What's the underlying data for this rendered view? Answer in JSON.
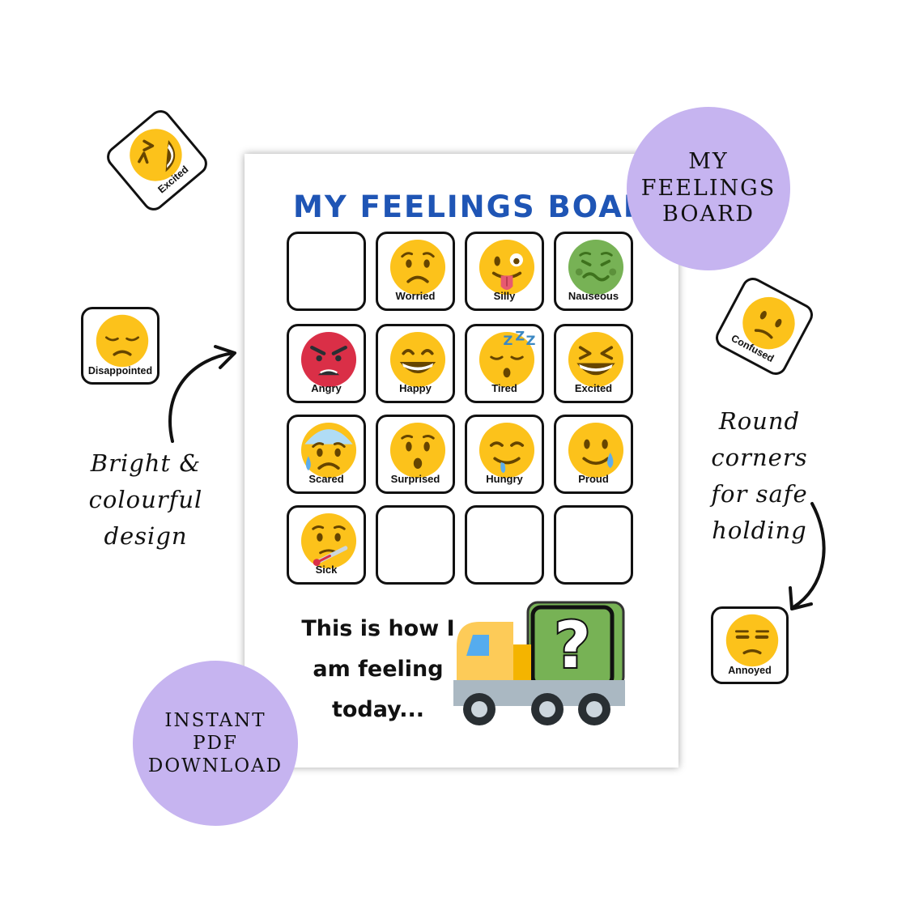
{
  "board": {
    "title": "MY FEELINGS BOARD",
    "grid": [
      {
        "label": "",
        "icon": "blank"
      },
      {
        "label": "Worried",
        "icon": "worried-face-icon"
      },
      {
        "label": "Silly",
        "icon": "tongue-out-face-icon"
      },
      {
        "label": "Nauseous",
        "icon": "nauseated-face-icon"
      },
      {
        "label": "Angry",
        "icon": "angry-face-icon"
      },
      {
        "label": "Happy",
        "icon": "grinning-face-icon"
      },
      {
        "label": "Tired",
        "icon": "sleeping-face-icon"
      },
      {
        "label": "Excited",
        "icon": "laughing-face-icon"
      },
      {
        "label": "Scared",
        "icon": "anxious-sweat-face-icon"
      },
      {
        "label": "Surprised",
        "icon": "hushed-face-icon"
      },
      {
        "label": "Hungry",
        "icon": "drooling-face-icon"
      },
      {
        "label": "Proud",
        "icon": "tearful-smile-face-icon"
      },
      {
        "label": "Sick",
        "icon": "thermometer-face-icon"
      },
      {
        "label": "",
        "icon": "blank"
      },
      {
        "label": "",
        "icon": "blank"
      },
      {
        "label": "",
        "icon": "blank"
      }
    ],
    "feeling_text": {
      "line1": "This is how I",
      "line2": "am feeling",
      "line3": "today..."
    },
    "truck_icon": "truck-with-question-mark-icon"
  },
  "badges": {
    "top_right": {
      "line1": "MY",
      "line2": "FEELINGS",
      "line3": "BOARD"
    },
    "bottom_left": {
      "line1": "INSTANT",
      "line2": "PDF",
      "line3": "DOWNLOAD"
    }
  },
  "annotations": {
    "left": {
      "line1": "Bright &",
      "line2": "colourful",
      "line3": "design"
    },
    "right": {
      "line1": "Round",
      "line2": "corners",
      "line3": "for safe",
      "line4": "holding"
    }
  },
  "loose_cards": {
    "excited": {
      "label": "Excited",
      "icon": "rolling-laughing-face-icon"
    },
    "disappointed": {
      "label": "Disappointed",
      "icon": "disappointed-face-icon"
    },
    "confused": {
      "label": "Confused",
      "icon": "confused-face-icon"
    },
    "annoyed": {
      "label": "Annoyed",
      "icon": "unamused-face-icon"
    }
  },
  "colors": {
    "title_blue": "#1f55b5",
    "badge_purple": "#c6b4f0",
    "emoji_yellow": "#fcc21b",
    "angry_red": "#da2f47",
    "nausea_green": "#77b255"
  }
}
